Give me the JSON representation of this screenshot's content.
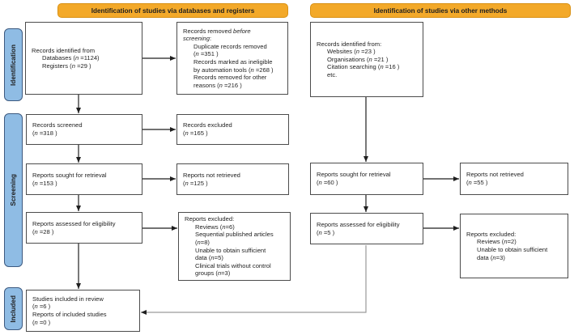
{
  "colors": {
    "header_bg": "#F3A929",
    "header_border": "#D99114",
    "sidebar_bg": "#8FBCE4",
    "sidebar_border": "#3D5A80",
    "box_border": "#4C4C4C",
    "text": "#1F1F1F",
    "arrow": "#1F1F1F",
    "elbow_line": "#9A9A9A"
  },
  "headers": [
    {
      "label": "Identification of studies via databases and registers"
    },
    {
      "label": "Identification of studies via other methods"
    }
  ],
  "sidebar": [
    {
      "label": "Identification"
    },
    {
      "label": "Screening"
    },
    {
      "label": "Included"
    }
  ],
  "boxes": {
    "records_identified_db": {
      "lines": [
        {
          "t": "Records identified from"
        },
        {
          "t": "Databases (*n* =1124)",
          "indent": true
        },
        {
          "t": "Registers (*n* =29 )",
          "indent": true
        }
      ]
    },
    "records_removed": {
      "lines": [
        {
          "t": "Records removed *before*"
        },
        {
          "t": "*screening*:"
        },
        {
          "t": "Duplicate records removed",
          "indent": true
        },
        {
          "t": "(*n* =351 )",
          "indent": true
        },
        {
          "t": "Records marked as ineligible",
          "indent": true
        },
        {
          "t": "by automation tools (*n* =268 )",
          "indent": true
        },
        {
          "t": "Records removed for other",
          "indent": true
        },
        {
          "t": "reasons (*n* =216 )",
          "indent": true
        }
      ]
    },
    "records_identified_other": {
      "lines": [
        {
          "t": "Records identified from:"
        },
        {
          "t": "Websites (*n* =23 )",
          "indent": true
        },
        {
          "t": "Organisations (*n* =21 )",
          "indent": true
        },
        {
          "t": "Citation searching (*n* =16 )",
          "indent": true
        },
        {
          "t": "etc.",
          "indent": true
        }
      ]
    },
    "records_screened": {
      "lines": [
        {
          "t": "Records screened"
        },
        {
          "t": "(*n* =318 )"
        }
      ]
    },
    "records_excluded": {
      "lines": [
        {
          "t": "Records excluded"
        },
        {
          "t": "(*n* =165 )"
        }
      ]
    },
    "reports_sought_db": {
      "lines": [
        {
          "t": "Reports sought for retrieval"
        },
        {
          "t": "(*n* =153 )"
        }
      ]
    },
    "reports_not_retrieved_db": {
      "lines": [
        {
          "t": "Reports not retrieved"
        },
        {
          "t": "(*n* =125 )"
        }
      ]
    },
    "reports_assessed_db": {
      "lines": [
        {
          "t": "Reports assessed for eligibility"
        },
        {
          "t": "(*n* =28 )"
        }
      ]
    },
    "reports_excluded_db": {
      "lines": [
        {
          "t": "Reports excluded:"
        },
        {
          "t": "Reviews (*n*=6)",
          "indent": true
        },
        {
          "t": "Sequential published articles",
          "indent": true
        },
        {
          "t": "(*n*=8)",
          "indent": true
        },
        {
          "t": "Unable to obtain sufficient",
          "indent": true
        },
        {
          "t": "data (*n*=5)",
          "indent": true
        },
        {
          "t": "Clinical trials without control",
          "indent": true
        },
        {
          "t": "groups (*n*=3)",
          "indent": true
        }
      ]
    },
    "reports_sought_other": {
      "lines": [
        {
          "t": "Reports sought for retrieval"
        },
        {
          "t": "(*n* =60 )"
        }
      ]
    },
    "reports_not_retrieved_other": {
      "lines": [
        {
          "t": "Reports not retrieved"
        },
        {
          "t": "(*n* =55 )"
        }
      ]
    },
    "reports_assessed_other": {
      "lines": [
        {
          "t": "Reports assessed for eligibility"
        },
        {
          "t": "(*n* =5 )"
        }
      ]
    },
    "reports_excluded_other": {
      "lines": [
        {
          "t": "Reports excluded:"
        },
        {
          "t": "Reviews (*n*=2)",
          "indent": true
        },
        {
          "t": "Unable to obtain sufficient",
          "indent": true
        },
        {
          "t": "data (*n*=3)",
          "indent": true
        }
      ]
    },
    "studies_included": {
      "lines": [
        {
          "t": "Studies included in review"
        },
        {
          "t": "(*n* =6 )"
        },
        {
          "t": "Reports of included studies"
        },
        {
          "t": "(*n* =0 )"
        }
      ]
    }
  }
}
